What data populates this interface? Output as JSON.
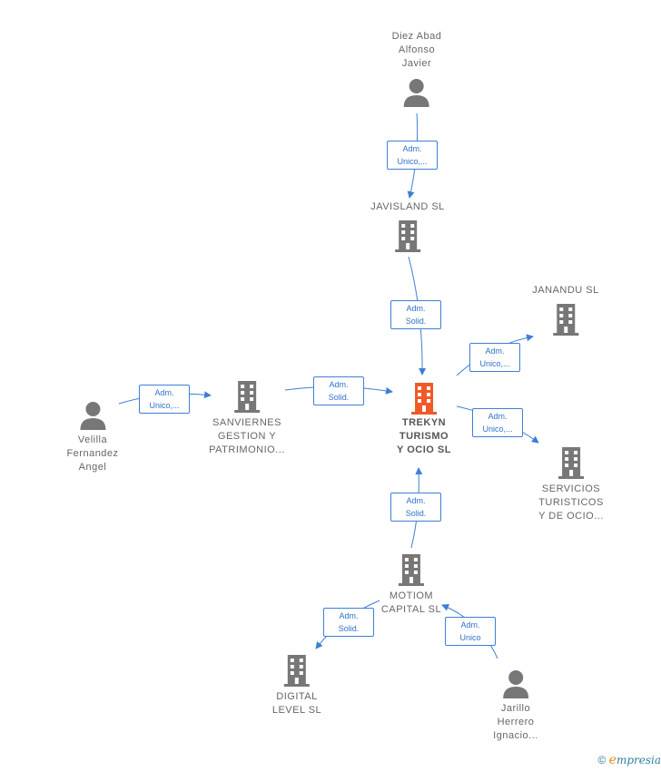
{
  "colors": {
    "edge": "#3d7fd6",
    "node": "#777777",
    "focus": "#f05a28"
  },
  "nodes": {
    "diez": {
      "lines": [
        "Diez Abad",
        "Alfonso",
        "Javier"
      ],
      "icon": "person-icon"
    },
    "javisland": {
      "lines": [
        "JAVISLAND  SL"
      ],
      "icon": "building-icon"
    },
    "janandu": {
      "lines": [
        "JANANDU  SL"
      ],
      "icon": "building-icon"
    },
    "trekyn": {
      "lines": [
        "TREKYN",
        "TURISMO",
        "Y OCIO  SL"
      ],
      "icon": "building-icon"
    },
    "sanviernes": {
      "lines": [
        "SANVIERNES",
        "GESTION Y",
        "PATRIMONIO..."
      ],
      "icon": "building-icon"
    },
    "velilla": {
      "lines": [
        "Velilla",
        "Fernandez",
        "Angel"
      ],
      "icon": "person-icon"
    },
    "servicios": {
      "lines": [
        "SERVICIOS",
        "TURISTICOS",
        "Y DE OCIO..."
      ],
      "icon": "building-icon"
    },
    "motiom": {
      "lines": [
        "MOTIOM",
        "CAPITAL  SL"
      ],
      "icon": "building-icon"
    },
    "digital": {
      "lines": [
        "DIGITAL",
        "LEVEL  SL"
      ],
      "icon": "building-icon"
    },
    "jarillo": {
      "lines": [
        "Jarillo",
        "Herrero",
        "Ignacio..."
      ],
      "icon": "person-icon"
    }
  },
  "edges": [
    {
      "lines": [
        "Adm.",
        "Unico,..."
      ]
    },
    {
      "lines": [
        "Adm.",
        "Solid."
      ]
    },
    {
      "lines": [
        "Adm.",
        "Unico,..."
      ]
    },
    {
      "lines": [
        "Adm.",
        "Unico,..."
      ]
    },
    {
      "lines": [
        "Adm.",
        "Solid."
      ]
    },
    {
      "lines": [
        "Adm.",
        "Unico,..."
      ]
    },
    {
      "lines": [
        "Adm.",
        "Solid."
      ]
    },
    {
      "lines": [
        "Adm.",
        "Solid."
      ]
    },
    {
      "lines": [
        "Adm.",
        "Unico"
      ]
    }
  ],
  "footer": {
    "copyright": "©",
    "brand_initial": "e",
    "brand_rest": "mpresia"
  }
}
